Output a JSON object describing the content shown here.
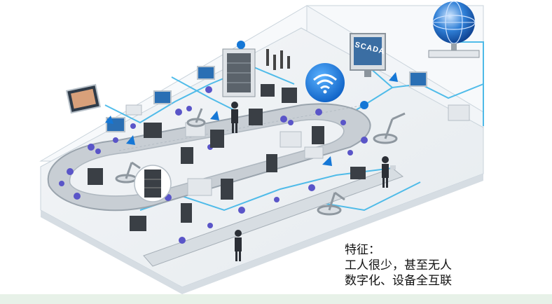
{
  "scada_label": "SCADA",
  "caption": {
    "line1": "特征：",
    "line2": "工人很少，甚至无人",
    "line3": "数字化、设备全互联"
  },
  "colors": {
    "floor": "#eef2f5",
    "wall": "#f6f8fa",
    "network_line": "#3fb6e8",
    "wifi_blue": "#1577d6",
    "robot_purple": "#5a55c8",
    "machine_dark": "#3a3f45",
    "bottom_strip": "#e7f1e8"
  },
  "icons": [
    "globe-icon",
    "wifi-icon",
    "scada-monitor-icon",
    "server-rack-icon",
    "worker-icon",
    "robot-arm-icon",
    "conveyor-icon"
  ]
}
